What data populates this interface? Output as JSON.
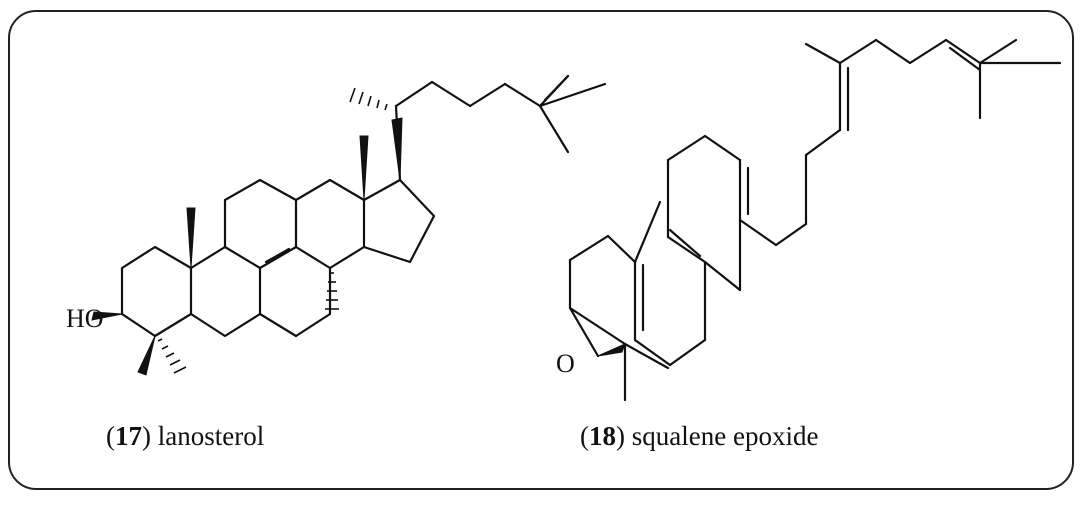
{
  "compounds": [
    {
      "number": "17",
      "name": "lanosterol",
      "atom_labels": [
        "HO"
      ]
    },
    {
      "number": "18",
      "name": "squalene epoxide",
      "atom_labels": [
        "O"
      ]
    }
  ]
}
